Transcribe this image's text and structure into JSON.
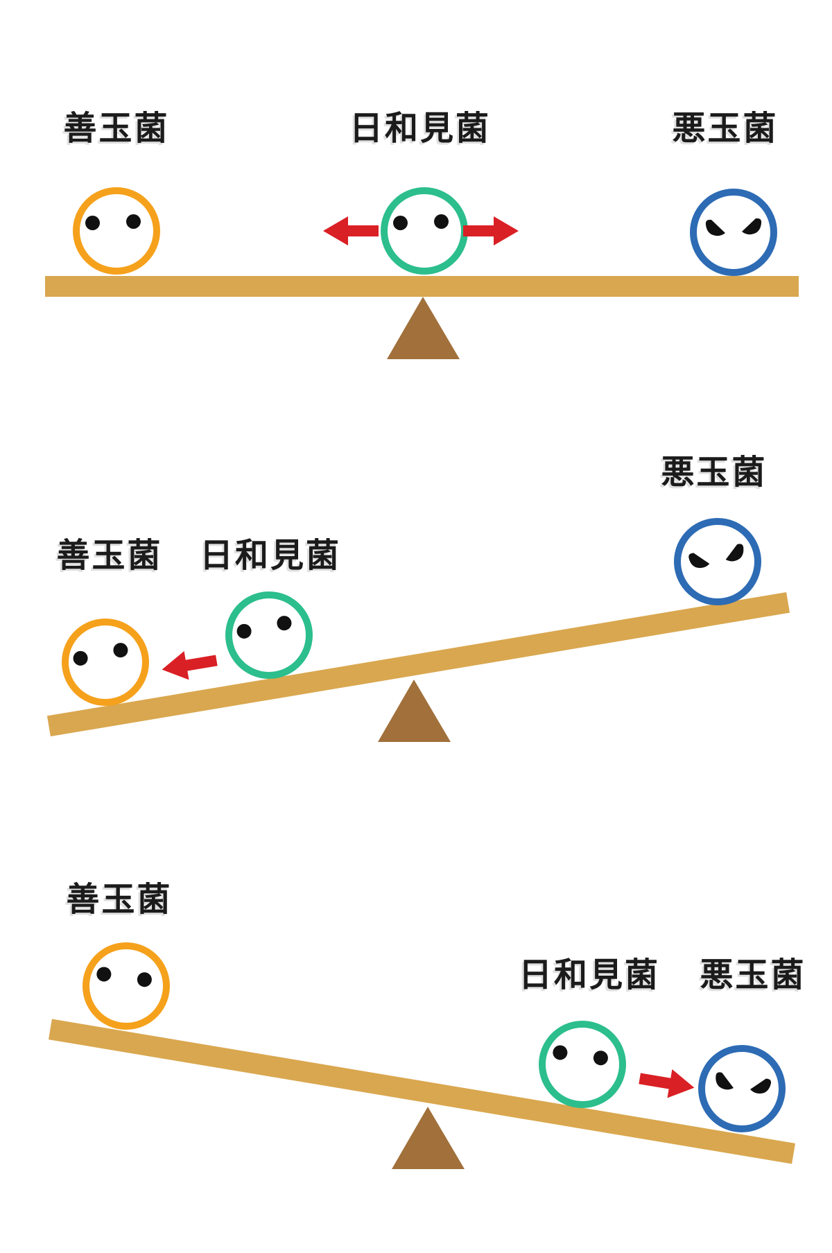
{
  "diagram": {
    "kind": "seesaw-balance-illustration",
    "colors": {
      "good_bacteria_ring": "#F5A11C",
      "opportunistic_bacteria_ring": "#2CBE8C",
      "bad_bacteria_ring": "#2D6BB4",
      "arrow_red": "#D92025",
      "board_tan": "#D9A74F",
      "fulcrum_brown": "#A1703B",
      "label_text": "#1b1b1b",
      "background": "#ffffff"
    },
    "sections": [
      {
        "id": "balanced",
        "labels": {
          "good": "善玉菌",
          "opportunistic": "日和見菌",
          "bad": "悪玉菌"
        },
        "state": "board level, opportunistic bacteria in center with arrows pointing both ways"
      },
      {
        "id": "good-dominant",
        "labels": {
          "good": "善玉菌",
          "opportunistic": "日和見菌",
          "bad": "悪玉菌"
        },
        "state": "board tilted down-left, opportunistic bacteria moves toward good side"
      },
      {
        "id": "bad-dominant",
        "labels": {
          "good": "善玉菌",
          "opportunistic": "日和見菌",
          "bad": "悪玉菌"
        },
        "state": "board tilted down-right, opportunistic bacteria moves toward bad side"
      }
    ]
  }
}
